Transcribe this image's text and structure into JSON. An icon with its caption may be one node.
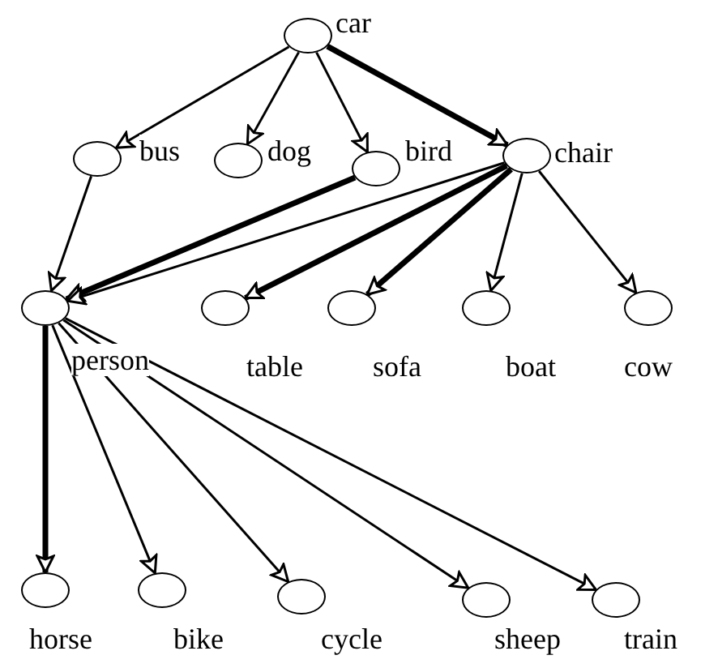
{
  "diagram": {
    "nodes": [
      {
        "text": [],
        "shape": "circle",
        "beside": [
          "car"
        ]
      },
      {
        "text": [],
        "shape": "circle",
        "beside": [
          "bus"
        ]
      },
      {
        "text": [],
        "shape": "circle",
        "beside": [
          "dog"
        ]
      },
      {
        "text": [],
        "shape": "circle",
        "beside": [
          "bird"
        ]
      },
      {
        "text": [],
        "shape": "circle",
        "beside": [
          "chair"
        ]
      },
      {
        "text": [],
        "shape": "circle",
        "beside": [
          "person"
        ]
      },
      {
        "text": [],
        "shape": "circle",
        "beside": [
          "table"
        ]
      },
      {
        "text": [],
        "shape": "circle",
        "beside": [
          "sofa"
        ]
      },
      {
        "text": [],
        "shape": "circle",
        "beside": [
          "boat"
        ]
      },
      {
        "text": [],
        "shape": "circle",
        "beside": [
          "cow"
        ]
      },
      {
        "text": [],
        "shape": "circle",
        "beside": [
          "horse"
        ]
      },
      {
        "text": [],
        "shape": "circle",
        "beside": [
          "bike"
        ]
      },
      {
        "text": [],
        "shape": "circle",
        "beside": [
          "cycle"
        ]
      },
      {
        "text": [],
        "shape": "circle",
        "beside": [
          "sheep"
        ]
      },
      {
        "text": [],
        "shape": "circle",
        "beside": [
          "train"
        ]
      }
    ],
    "edges": [
      {
        "from": 0,
        "to": 1,
        "arrow": "to"
      },
      {
        "from": 0,
        "to": 2,
        "arrow": "to"
      },
      {
        "from": 0,
        "to": 3,
        "arrow": "to"
      },
      {
        "from": 0,
        "to": 4,
        "arrow": "to",
        "style": "thick"
      },
      {
        "from": 1,
        "to": 5,
        "arrow": "to"
      },
      {
        "from": 3,
        "to": 5,
        "arrow": "to",
        "style": "thick"
      },
      {
        "from": 4,
        "to": 5,
        "arrow": "to"
      },
      {
        "from": 4,
        "to": 6,
        "arrow": "to",
        "style": "thick"
      },
      {
        "from": 4,
        "to": 7,
        "arrow": "to",
        "style": "thick"
      },
      {
        "from": 4,
        "to": 8,
        "arrow": "to"
      },
      {
        "from": 4,
        "to": 9,
        "arrow": "to"
      },
      {
        "from": 5,
        "to": 10,
        "arrow": "to",
        "style": "thick"
      },
      {
        "from": 5,
        "to": 11,
        "arrow": "to"
      },
      {
        "from": 5,
        "to": 12,
        "arrow": "to"
      },
      {
        "from": 5,
        "to": 13,
        "arrow": "to"
      },
      {
        "from": 5,
        "to": 14,
        "arrow": "to"
      }
    ]
  }
}
